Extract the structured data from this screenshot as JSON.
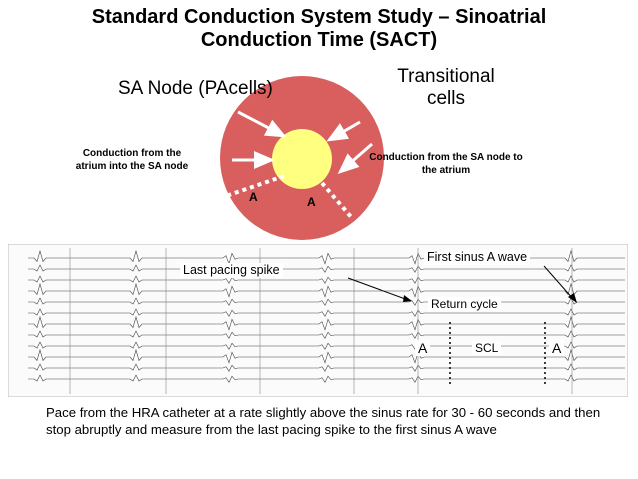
{
  "title_line1": "Standard Conduction System Study – Sinoatrial",
  "title_line2": "Conduction Time (SACT)",
  "diagram": {
    "sa_node_label": "SA Node (PAcells)",
    "transitional_label_line1": "Transitional",
    "transitional_label_line2": "cells",
    "left_arrow_label_line1": "Conduction from the",
    "left_arrow_label_line2": "atrium into the SA node",
    "right_arrow_label_line1": "Conduction from the SA node to",
    "right_arrow_label_line2": "the atrium",
    "a_left": "A",
    "a_right": "A",
    "outer_color": "#d95f5f",
    "inner_color": "#ffff80"
  },
  "tracing": {
    "last_pacing_spike_label": "Last pacing spike",
    "first_sinus_label": "First sinus A wave",
    "return_cycle_label": "Return cycle",
    "a1": "A",
    "scl": "SCL",
    "a2": "A"
  },
  "caption": "Pace  from the HRA catheter at a rate slightly above the sinus rate for 30 - 60 seconds and then stop abruptly and measure from the last pacing spike to the first sinus A wave"
}
